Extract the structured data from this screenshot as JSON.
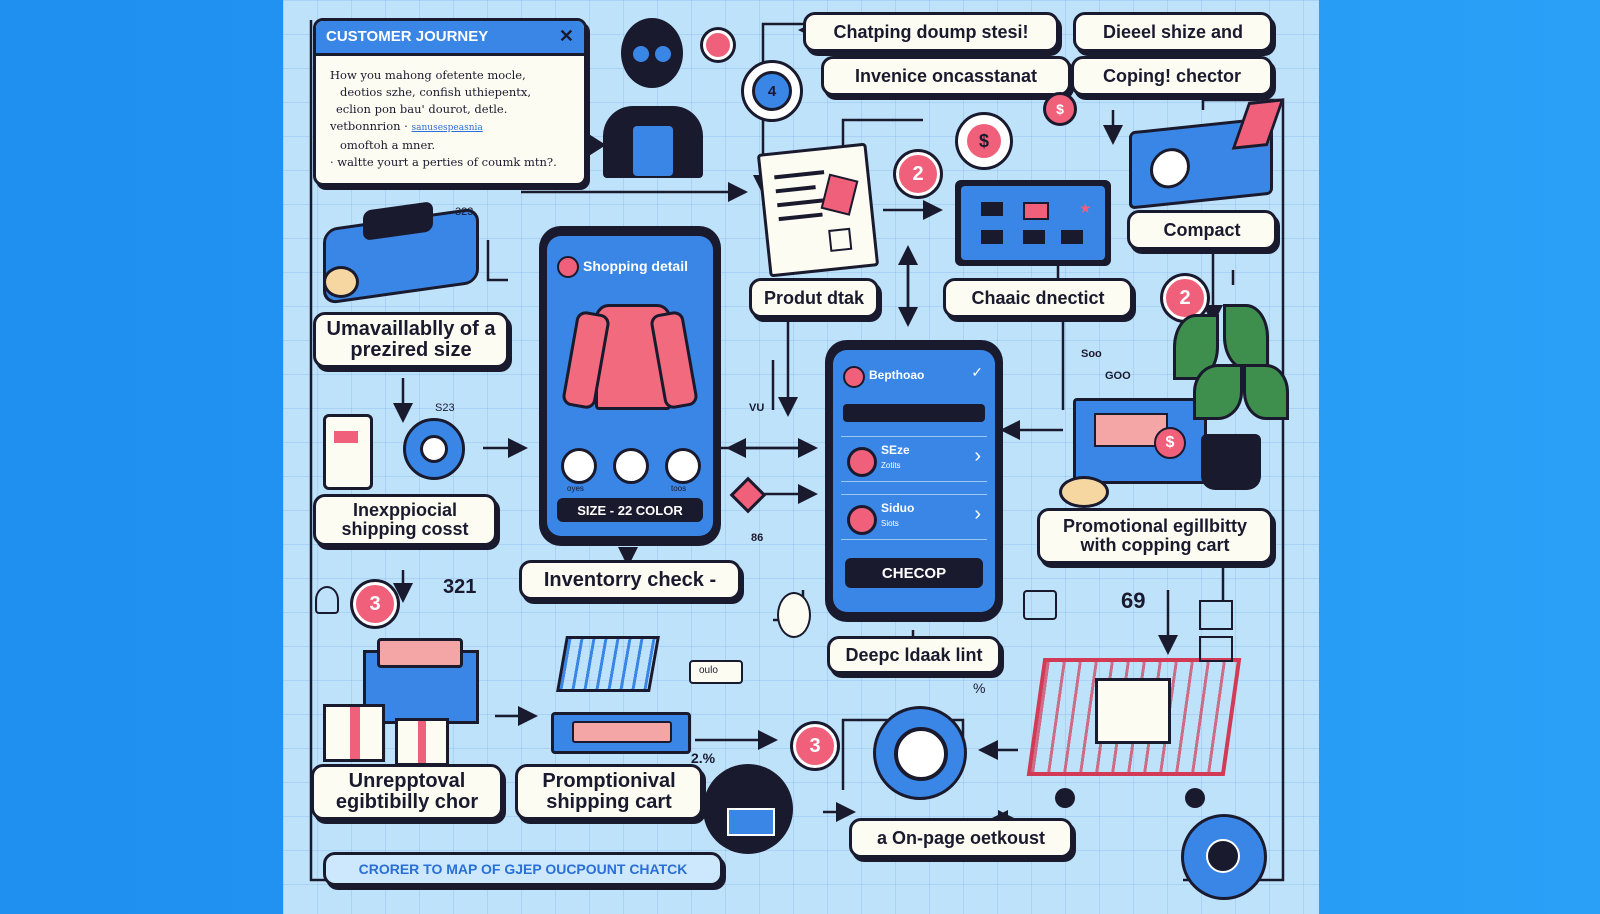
{
  "journey_card": {
    "title": "CUSTOMER JOURNEY",
    "lines": [
      "How you mahong ofetente mocle,",
      "deotios szhe, confish uthiepentx,",
      "eclion pon bau' dourot, detle.",
      "vetbonnrion",
      "omoftoh a mner.",
      "· waltte yourt a perties of coumk mtn?."
    ],
    "link_text": "sanusespeasnia"
  },
  "labels": {
    "unavailability": "Umavaillablly of a prezired size",
    "inexplicit_shipping": "Inexppiocial shipping cosst",
    "inventory_check": "Inventorry check -",
    "unexceptional_eligibility": "Unrepptoval egibtibilly chor",
    "promotional_shipping_cart": "Promptionival shipping cart",
    "product_detail": "Produt dtak",
    "chaic_direct": "Chaaic dnectict",
    "chatping_down": "Chatping doump stesi!",
    "diesel_size": "Dieeel shize and",
    "invenice": "Invenice oncasstanat",
    "coping_checker": "Coping! chector",
    "compact": "Compact",
    "promotional_eligibility": "Promotional egillbitty with copping cart",
    "deepc_link": "Deepc ldaak lint",
    "onpage_checkout": "a On-page oetkoust",
    "footer": "CRORER TO MAP OF GJEP OUCPOUNT CHATCK"
  },
  "badges": {
    "top": "",
    "step2_a": "2",
    "step2_b": "2",
    "step3_a": "3",
    "step3_b": "3",
    "agent_bubble": "4"
  },
  "phone_left": {
    "title": "Shopping detail",
    "icon_labels": [
      "oyes",
      "",
      "toos"
    ],
    "size_bar": "SIZE - 22 COLOR"
  },
  "phone_right": {
    "header": "Bepthoao",
    "rows": [
      {
        "title": "SEze",
        "sub": "Zotits"
      },
      {
        "title": "Siduo",
        "sub": "Siots"
      }
    ],
    "button": "CHECOP"
  },
  "misc_text": {
    "n321": "321",
    "n69": "69",
    "n2pct": "2.%",
    "soo": "Soo",
    "goo": "GOO",
    "n86": "86",
    "tag_323": "323",
    "tag_s23": "S23",
    "oulo": "oulo",
    "vu": "VU",
    "pct": "%"
  },
  "colors": {
    "board": "#bfe2fb",
    "accent_pink": "#f0607a",
    "accent_blue": "#3a86e6",
    "ink": "#1a1a2e"
  }
}
